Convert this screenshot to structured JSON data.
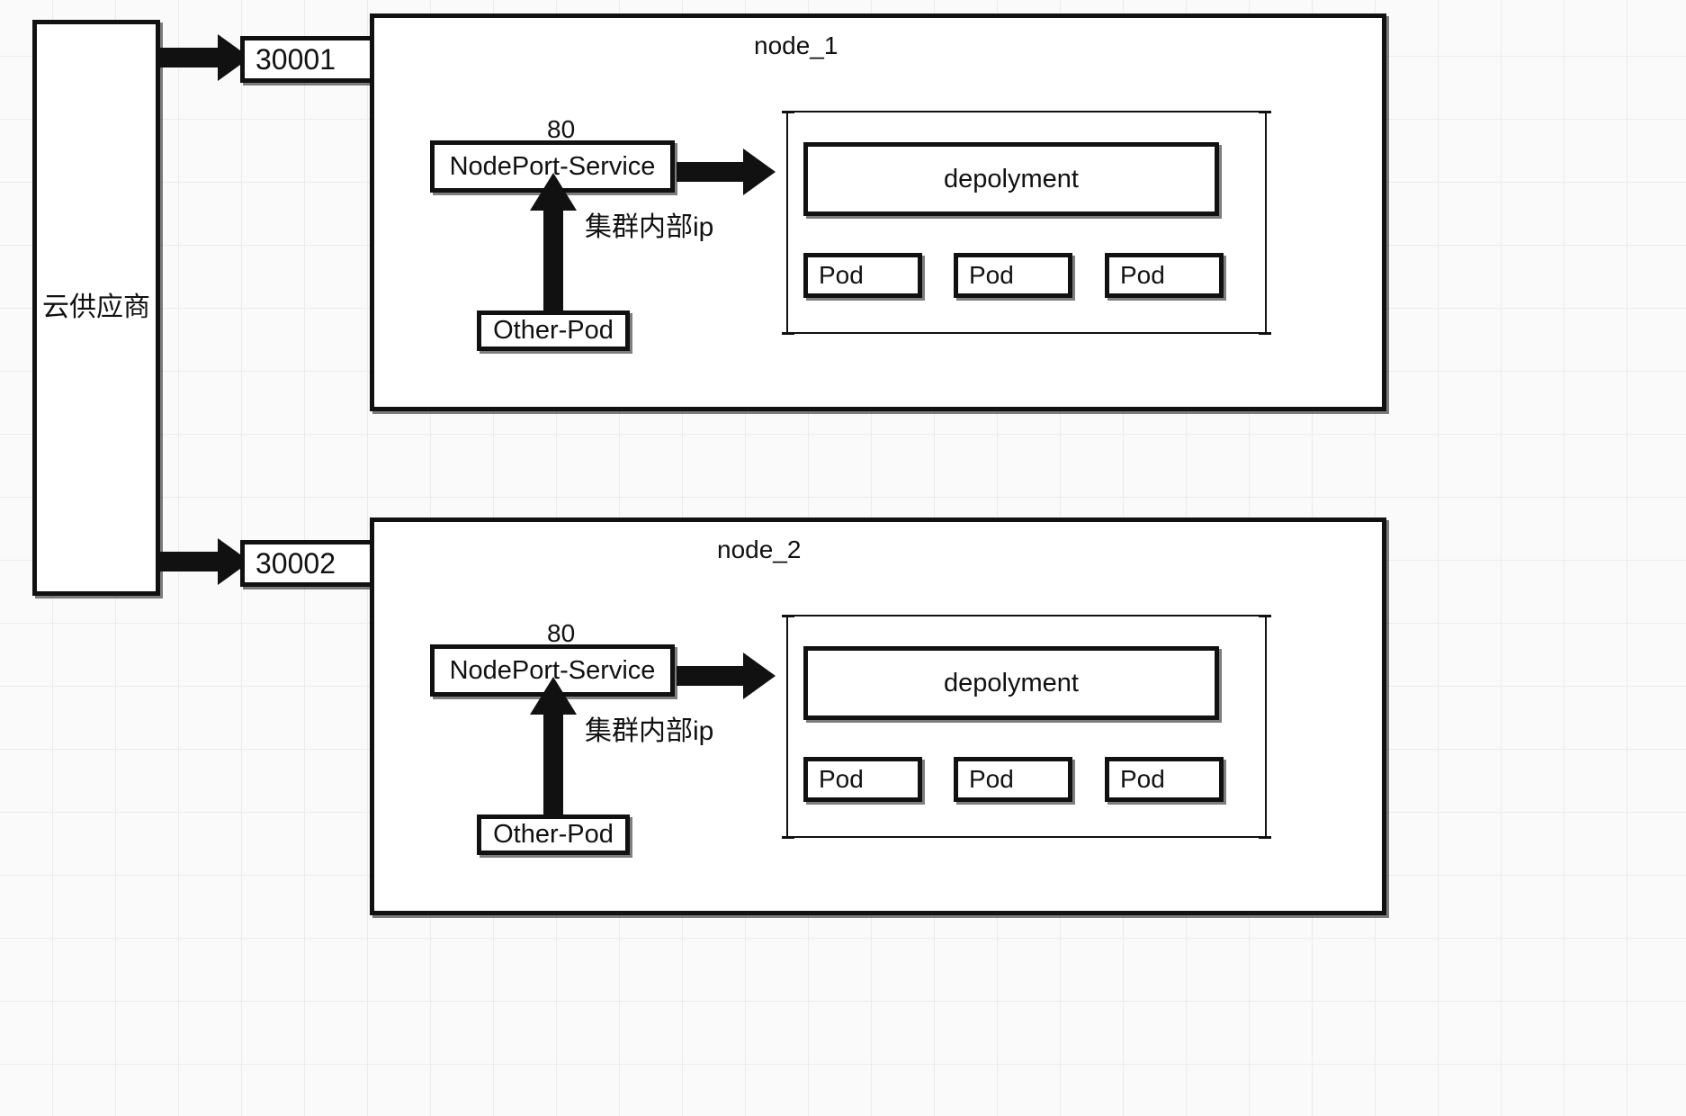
{
  "diagram": {
    "title": "Kubernetes NodePort Service topology",
    "accent_color": "#111111",
    "background_color": "#fafafa",
    "grid_color": "#ececec"
  },
  "cloud_provider": {
    "label": "云供应商"
  },
  "ports": [
    {
      "label": "30001"
    },
    {
      "label": "30002"
    }
  ],
  "nodes": [
    {
      "label": "node_1",
      "service_port": "80",
      "service_label": "NodePort-Service",
      "internal_ip_label": "集群内部ip",
      "other_pod_label": "Other-Pod",
      "deployment_label": "depolyment",
      "pods": [
        {
          "label": "Pod"
        },
        {
          "label": "Pod"
        },
        {
          "label": "Pod"
        }
      ]
    },
    {
      "label": "node_2",
      "service_port": "80",
      "service_label": "NodePort-Service",
      "internal_ip_label": "集群内部ip",
      "other_pod_label": "Other-Pod",
      "deployment_label": "depolyment",
      "pods": [
        {
          "label": "Pod"
        },
        {
          "label": "Pod"
        },
        {
          "label": "Pod"
        }
      ]
    }
  ]
}
